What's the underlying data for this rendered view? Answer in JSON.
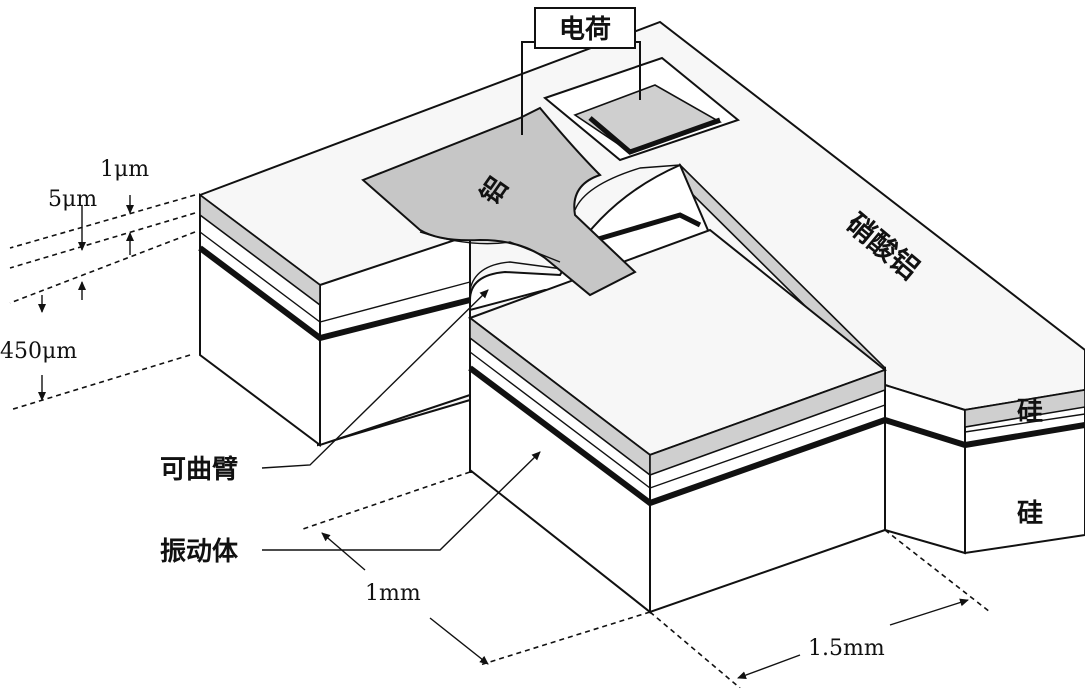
{
  "labels": {
    "charge": "电荷",
    "aluminum": "铝",
    "aluminum_nitrate": "硝酸铝",
    "silicon_upper": "硅",
    "silicon_lower": "硅",
    "flexible_arm": "可曲臂",
    "vibrator": "振动体"
  },
  "dimensions": {
    "d1": "1μm",
    "d2": "5μm",
    "d3": "450μm",
    "width": "1mm",
    "length": "1.5mm"
  }
}
